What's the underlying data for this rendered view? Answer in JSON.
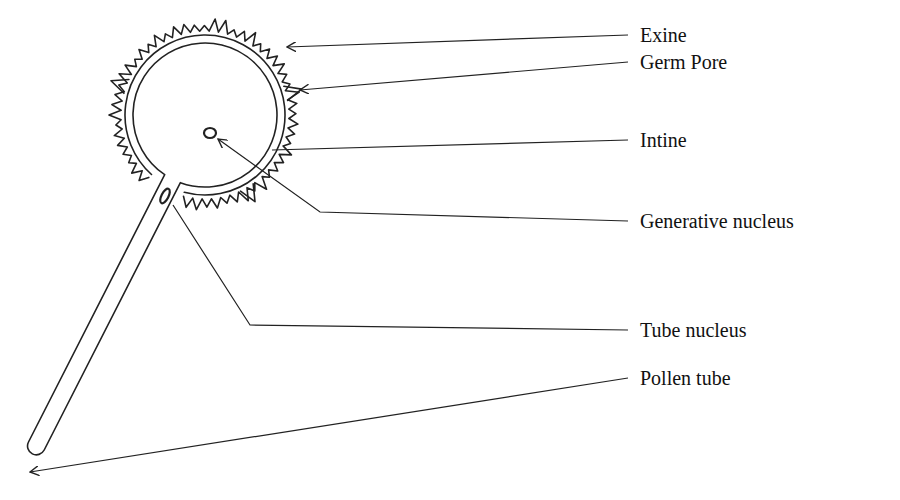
{
  "diagram": {
    "labels": [
      "Exine",
      "Germ Pore",
      "Intine",
      "Generative nucleus",
      "Tube nucleus",
      "Pollen tube"
    ]
  }
}
